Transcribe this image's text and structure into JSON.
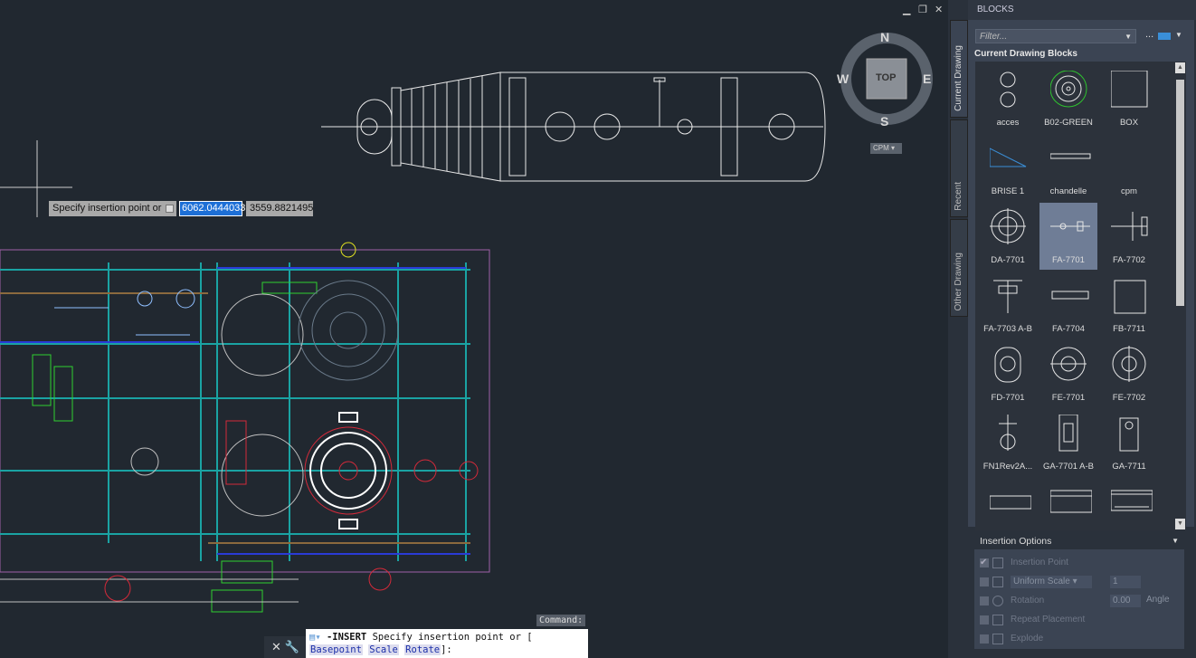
{
  "window_controls": {
    "minimize": "▁",
    "restore": "❐",
    "close": "✕"
  },
  "viewcube": {
    "north": "N",
    "south": "S",
    "east": "E",
    "west": "W",
    "face": "TOP",
    "wcs": "CPM ▾"
  },
  "tooltip": {
    "prompt": "Specify insertion point or",
    "x_value": "6062.0444033",
    "y_value": "3559.8821495"
  },
  "command": {
    "label": "Command:",
    "command_name": "-INSERT",
    "prompt": "Specify insertion point or [",
    "options": [
      "Basepoint",
      "Scale",
      "Rotate"
    ],
    "suffix": "]:"
  },
  "palette": {
    "title": "BLOCKS",
    "tabs": [
      {
        "label": "Current Drawing",
        "active": true
      },
      {
        "label": "Recent",
        "active": false
      },
      {
        "label": "Other Drawing",
        "active": false
      }
    ],
    "filter_placeholder": "Filter...",
    "more": "...",
    "section": "Current Drawing Blocks",
    "blocks": [
      {
        "label": "acces"
      },
      {
        "label": "B02-GREEN"
      },
      {
        "label": "BOX"
      },
      {
        "label": "BRISE 1"
      },
      {
        "label": "chandelle"
      },
      {
        "label": "cpm"
      },
      {
        "label": "DA-7701"
      },
      {
        "label": "FA-7701",
        "selected": true
      },
      {
        "label": "FA-7702"
      },
      {
        "label": "FA-7703 A-B"
      },
      {
        "label": "FA-7704"
      },
      {
        "label": "FB-7711"
      },
      {
        "label": "FD-7701"
      },
      {
        "label": "FE-7701"
      },
      {
        "label": "FE-7702"
      },
      {
        "label": "FN1Rev2A..."
      },
      {
        "label": "GA-7701 A-B"
      },
      {
        "label": "GA-7711"
      },
      {
        "label": ""
      },
      {
        "label": ""
      },
      {
        "label": ""
      }
    ],
    "insertion_options": {
      "title": "Insertion Options",
      "insertion_point": {
        "label": "Insertion Point",
        "checked": true
      },
      "scale": {
        "label": "Uniform Scale",
        "value": "1",
        "checked": false
      },
      "rotation": {
        "label": "Rotation",
        "value": "0.00",
        "unit": "Angle",
        "checked": false
      },
      "repeat": {
        "label": "Repeat Placement",
        "checked": false
      },
      "explode": {
        "label": "Explode",
        "checked": false
      }
    }
  }
}
